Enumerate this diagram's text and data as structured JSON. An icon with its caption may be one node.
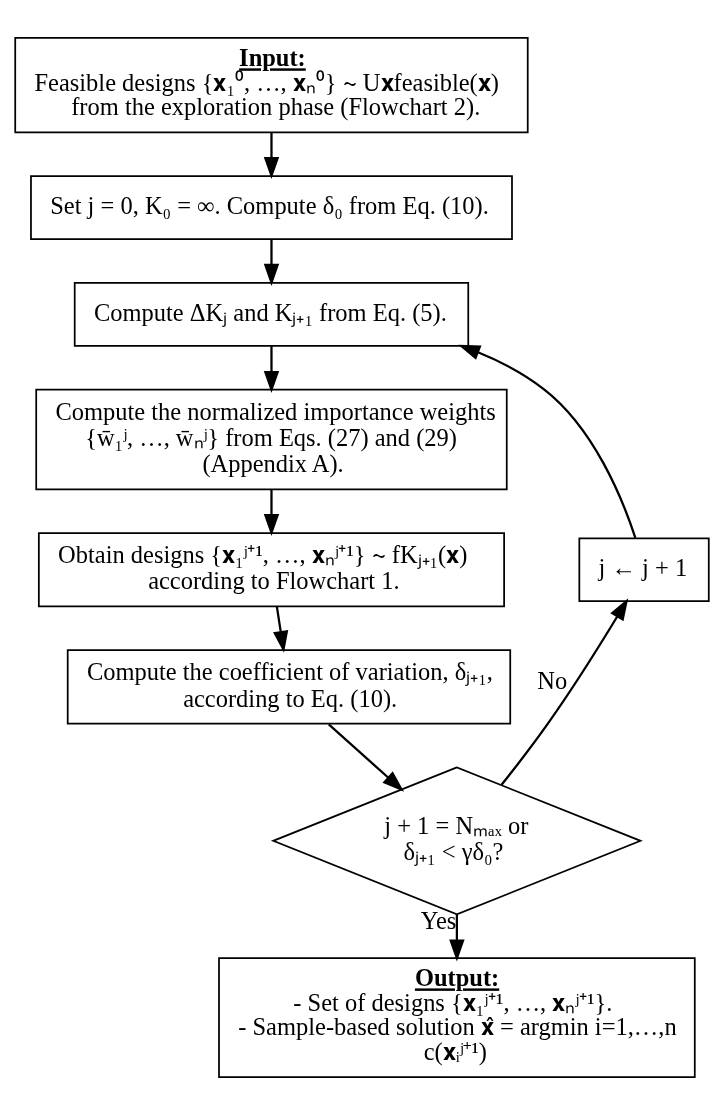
{
  "diagram": {
    "nodes": [
      {
        "text": [
          "Input:",
          "Feasible designs {𝐱₁⁰, …, 𝐱ₙ⁰} ∼ U𝐱feasible(𝐱) from the exploration phase (Flowchart 2)."
        ]
      },
      {
        "text": [
          "Set j = 0, K₀ = ∞. Compute δ₀ from Eq. (10)."
        ]
      },
      {
        "text": [
          "Compute ΔKⱼ and Kⱼ₊₁ from Eq. (5)."
        ]
      },
      {
        "text": [
          "Compute the normalized importance weights {w̄₁ʲ, …, w̄ₙʲ} from Eqs. (27) and (29) (Appendix A)."
        ]
      },
      {
        "text": [
          "Obtain designs {𝐱₁ʲ⁺¹, …, 𝐱ₙʲ⁺¹} ∼ fKⱼ₊₁(𝐱) according to Flowchart 1."
        ]
      },
      {
        "text": [
          "Compute the coefficient of variation, δⱼ₊₁, according to Eq. (10)."
        ]
      },
      {
        "text": [
          "j + 1 = Nₘₐₓ or δⱼ₊₁ < γδ₀?"
        ]
      },
      {
        "text": [
          "j ← j + 1"
        ]
      },
      {
        "text": [
          "Output:",
          "- Set of designs {𝐱₁ʲ⁺¹, …, 𝐱ₙʲ⁺¹}.",
          "- Sample-based solution 𝐱̂ = argmin i=1,…,n c(𝐱ᵢʲ⁺¹)"
        ]
      }
    ],
    "edges": [
      {
        "from": 0,
        "to": 1,
        "arrow": "to"
      },
      {
        "from": 1,
        "to": 2,
        "arrow": "to"
      },
      {
        "from": 2,
        "to": 3,
        "arrow": "to"
      },
      {
        "from": 3,
        "to": 4,
        "arrow": "to"
      },
      {
        "from": 4,
        "to": 5,
        "arrow": "to"
      },
      {
        "from": 5,
        "to": 6,
        "arrow": "to"
      },
      {
        "from": 6,
        "to": 8,
        "arrow": "to",
        "label": "Yes"
      },
      {
        "from": 6,
        "to": 7,
        "arrow": "to",
        "label": "No"
      },
      {
        "from": 7,
        "to": 2,
        "arrow": "to"
      }
    ]
  }
}
